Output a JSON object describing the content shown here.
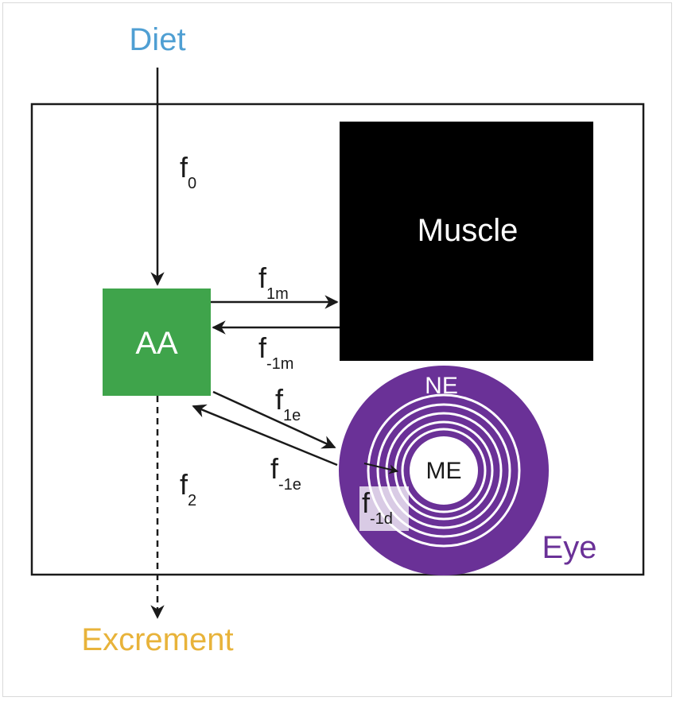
{
  "colors": {
    "diet": "#4f9fd3",
    "excrement": "#e8b33a",
    "aa": "#3fa44b",
    "muscle": "#000000",
    "eye": "#6a3197",
    "line": "#1a1a1a"
  },
  "nodes": {
    "diet": "Diet",
    "excrement": "Excrement",
    "aa": "AA",
    "muscle": "Muscle",
    "ne": "NE",
    "me": "ME",
    "eye": "Eye"
  },
  "fluxes": {
    "f0": {
      "base": "f",
      "sub": "0"
    },
    "f1m": {
      "base": "f",
      "sub": "1m"
    },
    "fm1m": {
      "base": "f",
      "sub": "-1m"
    },
    "f1e": {
      "base": "f",
      "sub": "1e"
    },
    "fm1e": {
      "base": "f",
      "sub": "-1e"
    },
    "f2": {
      "base": "f",
      "sub": "2"
    },
    "fm1d": {
      "base": "f",
      "sub": "-1d"
    }
  }
}
